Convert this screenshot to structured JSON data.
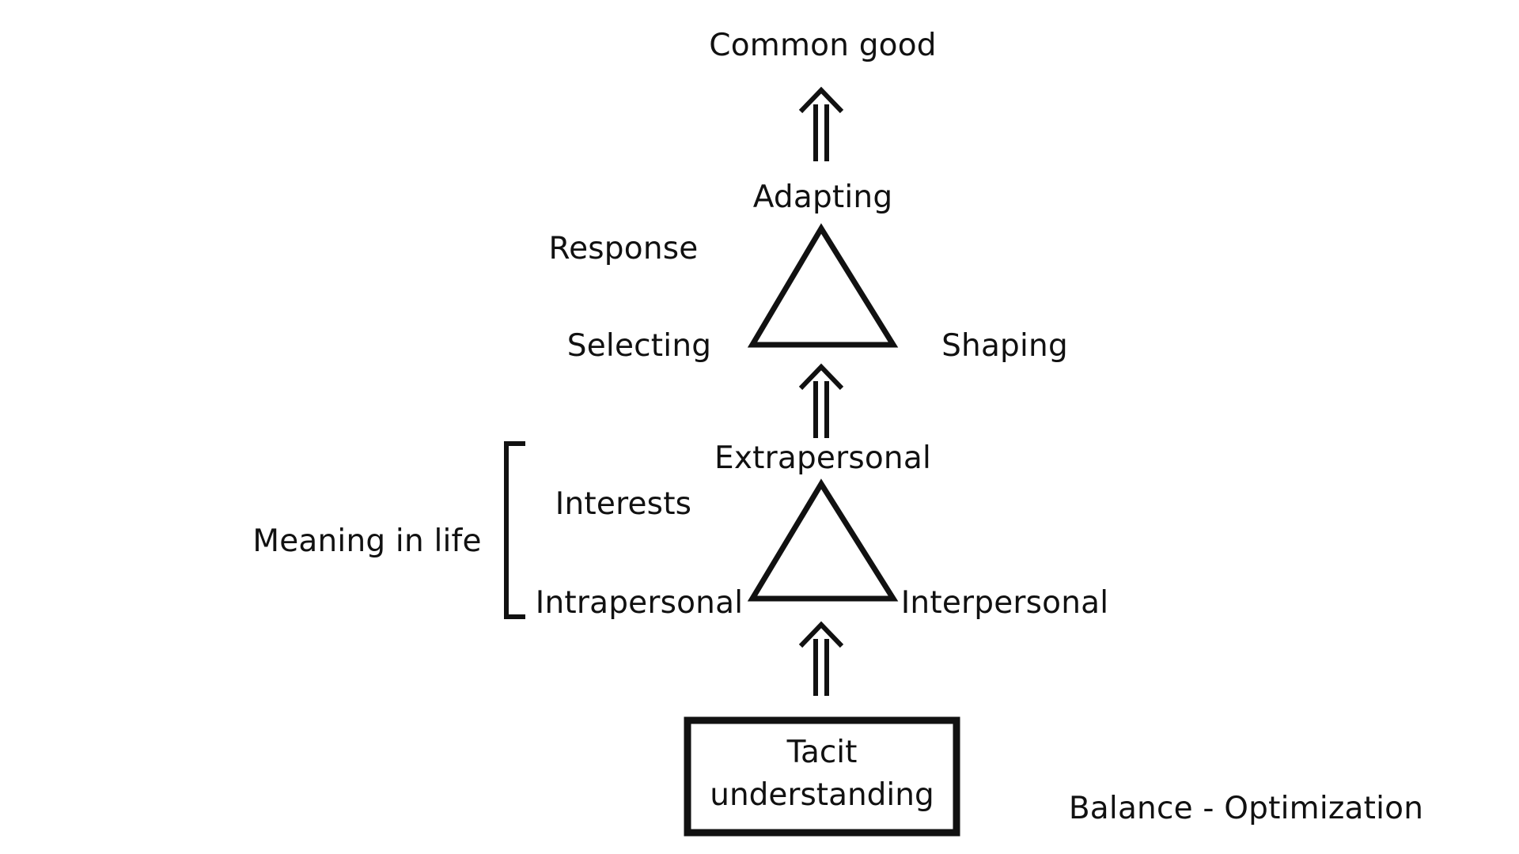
{
  "diagram": {
    "top_label": "Common good",
    "response_level": {
      "apex_label": "Adapting",
      "group_label": "Response",
      "left_label": "Selecting",
      "right_label": "Shaping"
    },
    "interests_level": {
      "apex_label": "Extrapersonal",
      "group_label": "Interests",
      "left_label": "Intrapersonal",
      "right_label": "Interpersonal",
      "bracket_label": "Meaning in life"
    },
    "base_box": {
      "line1": "Tacit",
      "line2": "understanding"
    },
    "footer_label": "Balance - Optimization"
  },
  "colors": {
    "stroke": "#111111",
    "background": "#ffffff"
  }
}
